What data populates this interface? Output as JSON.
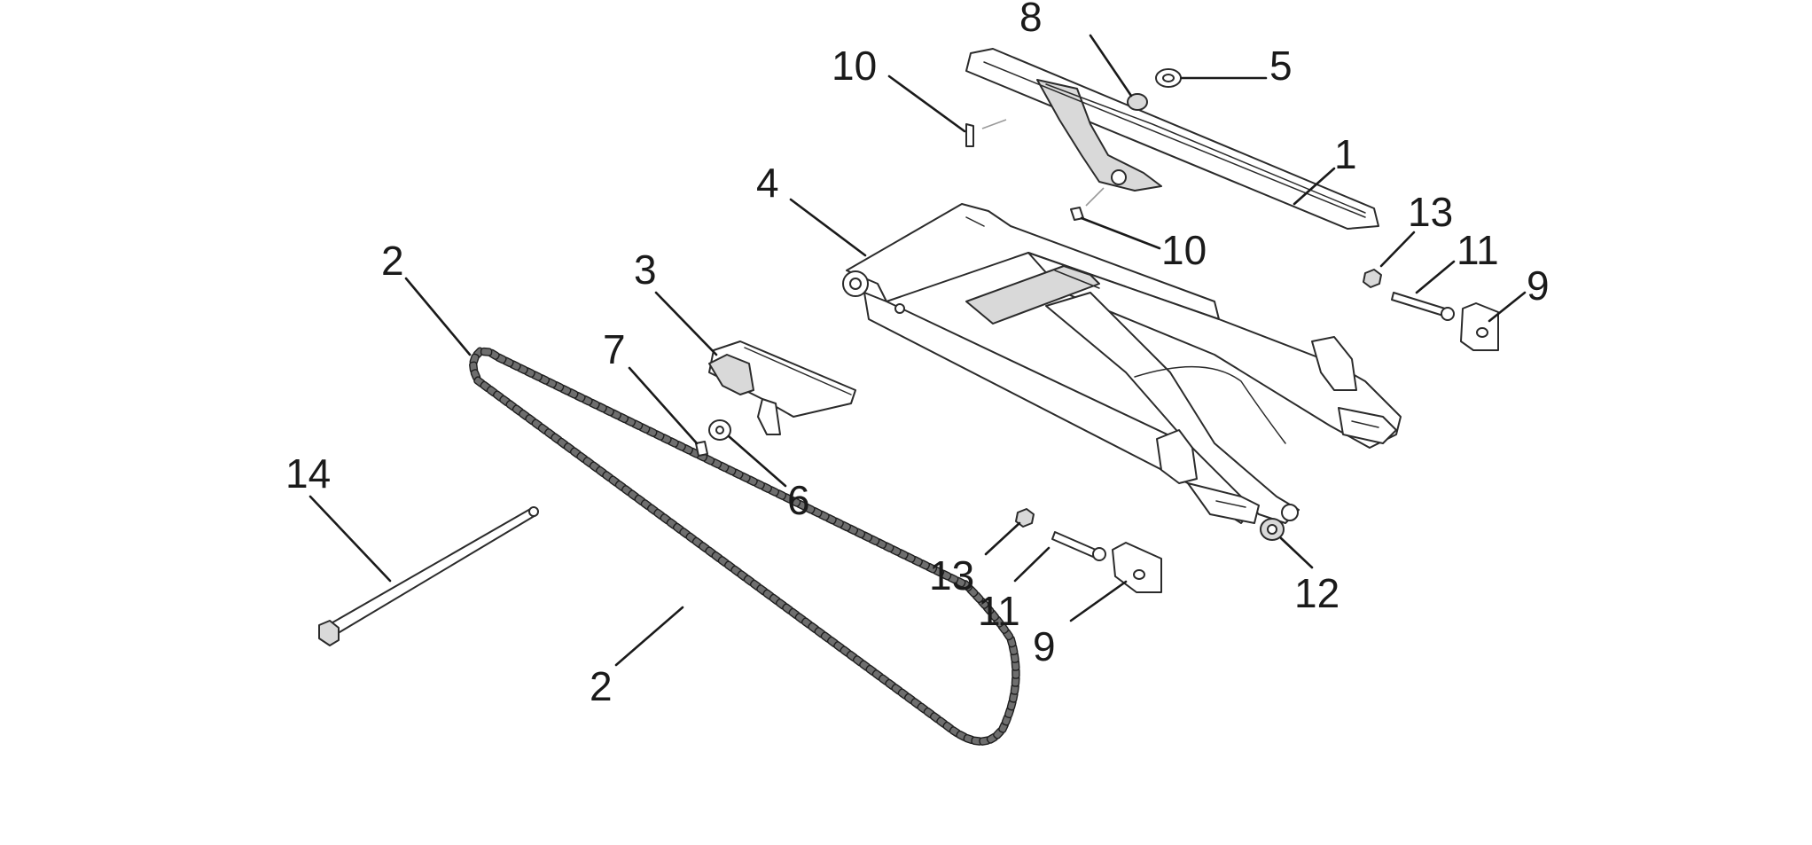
{
  "callouts": {
    "c1": "1",
    "c2a": "2",
    "c2b": "2",
    "c3": "3",
    "c4": "4",
    "c5": "5",
    "c6": "6",
    "c7": "7",
    "c8": "8",
    "c9a": "9",
    "c9b": "9",
    "c10a": "10",
    "c10b": "10",
    "c11a": "11",
    "c11b": "11",
    "c12": "12",
    "c13a": "13",
    "c13b": "13",
    "c14": "14"
  },
  "colors": {
    "line": "#2b2b2b",
    "chain": "#6e6e6e",
    "background": "#ffffff"
  }
}
